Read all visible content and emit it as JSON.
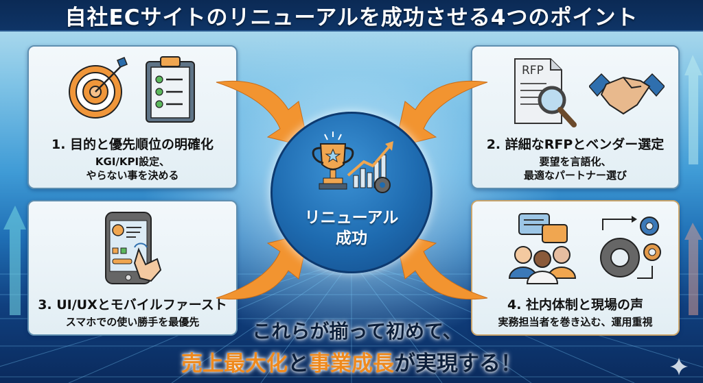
{
  "header": {
    "title": "自社ECサイトのリニューアルを成功させる4つのポイント"
  },
  "center": {
    "line1": "リニューアル",
    "line2": "成功"
  },
  "cards": [
    {
      "title": "1. 目的と優先順位の明確化",
      "desc_line1": "KGI/KPI設定、",
      "desc_line2": "やらない事を決める"
    },
    {
      "title": "2. 詳細なRFPとベンダー選定",
      "desc_line1": "要望を言語化、",
      "desc_line2": "最適なパートナー選び",
      "rfp_label": "RFP"
    },
    {
      "title": "3. UI/UXとモバイルファースト",
      "desc_line1": "スマホでの使い勝手を最優先"
    },
    {
      "title": "4. 社内体制と現場の声",
      "desc_line1": "実務担当者を巻き込む、運用重視"
    }
  ],
  "conclusion": {
    "line1": "これらが揃って初めて、",
    "highlight1": "売上最大化",
    "connector": "と",
    "highlight2": "事業成長",
    "tail": "が実現する！"
  },
  "colors": {
    "header_bg": "#0b2a55",
    "accent_orange": "#ef8a1e",
    "circle_blue": "#1e6bb0"
  }
}
